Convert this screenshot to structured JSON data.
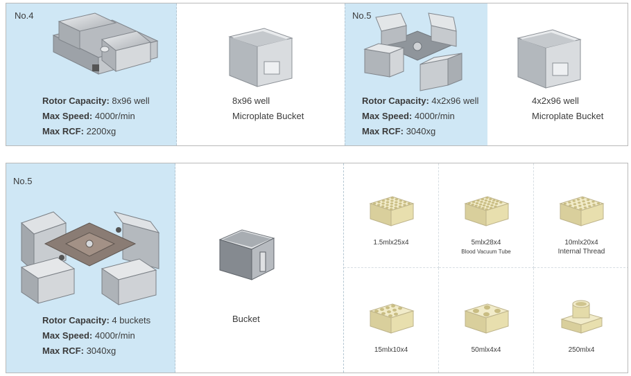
{
  "top_left": {
    "number": "No.4",
    "specs": [
      {
        "label": "Rotor Capacity:",
        "value": "8x96 well"
      },
      {
        "label": "Max Speed:",
        "value": "4000r/min"
      },
      {
        "label": "Max RCF:",
        "value": "2200xg"
      }
    ],
    "rotor_icon": "swing-rotor-2-bucket-icon",
    "bucket_caption_line1": "8x96 well",
    "bucket_caption_line2": "Microplate Bucket",
    "bucket_icon": "microplate-bucket-icon"
  },
  "top_right": {
    "number": "No.5",
    "specs": [
      {
        "label": "Rotor Capacity:",
        "value": "4x2x96 well"
      },
      {
        "label": "Max Speed:",
        "value": "4000r/min"
      },
      {
        "label": "Max RCF:",
        "value": "3040xg"
      }
    ],
    "rotor_icon": "swing-rotor-4-bucket-icon",
    "bucket_caption_line1": "4x2x96 well",
    "bucket_caption_line2": "Microplate Bucket",
    "bucket_icon": "microplate-bucket-icon"
  },
  "bottom": {
    "number": "No.5",
    "specs": [
      {
        "label": "Rotor Capacity:",
        "value": "4 buckets"
      },
      {
        "label": "Max Speed:",
        "value": "4000r/min"
      },
      {
        "label": "Max RCF:",
        "value": "3040xg"
      }
    ],
    "rotor_icon": "swing-rotor-4-bucket-icon",
    "bucket_caption": "Bucket",
    "bucket_icon": "round-bucket-icon",
    "adapters": [
      {
        "line1": "1.5mlx25x4",
        "line2": "",
        "line2_small": false,
        "holes": 25,
        "icon": "adapter-block-icon"
      },
      {
        "line1": "5mlx28x4",
        "line2": "Blood Vacuum Tube",
        "line2_small": true,
        "holes": 28,
        "icon": "adapter-block-icon"
      },
      {
        "line1": "10mlx20x4",
        "line2": "Internal Thread",
        "line2_small": false,
        "holes": 20,
        "icon": "adapter-block-icon"
      },
      {
        "line1": "15mlx10x4",
        "line2": "",
        "line2_small": false,
        "holes": 10,
        "icon": "adapter-block-icon"
      },
      {
        "line1": "50mlx4x4",
        "line2": "",
        "line2_small": false,
        "holes": 4,
        "icon": "adapter-block-icon"
      },
      {
        "line1": "250mlx4",
        "line2": "",
        "line2_small": false,
        "holes": 1,
        "icon": "adapter-cylinder-icon"
      }
    ]
  },
  "colors": {
    "panel_blue": "#cfe7f5",
    "border": "#b9b9b9",
    "adapter_cream": "#e8dfae",
    "metal": "#c9cccf"
  }
}
